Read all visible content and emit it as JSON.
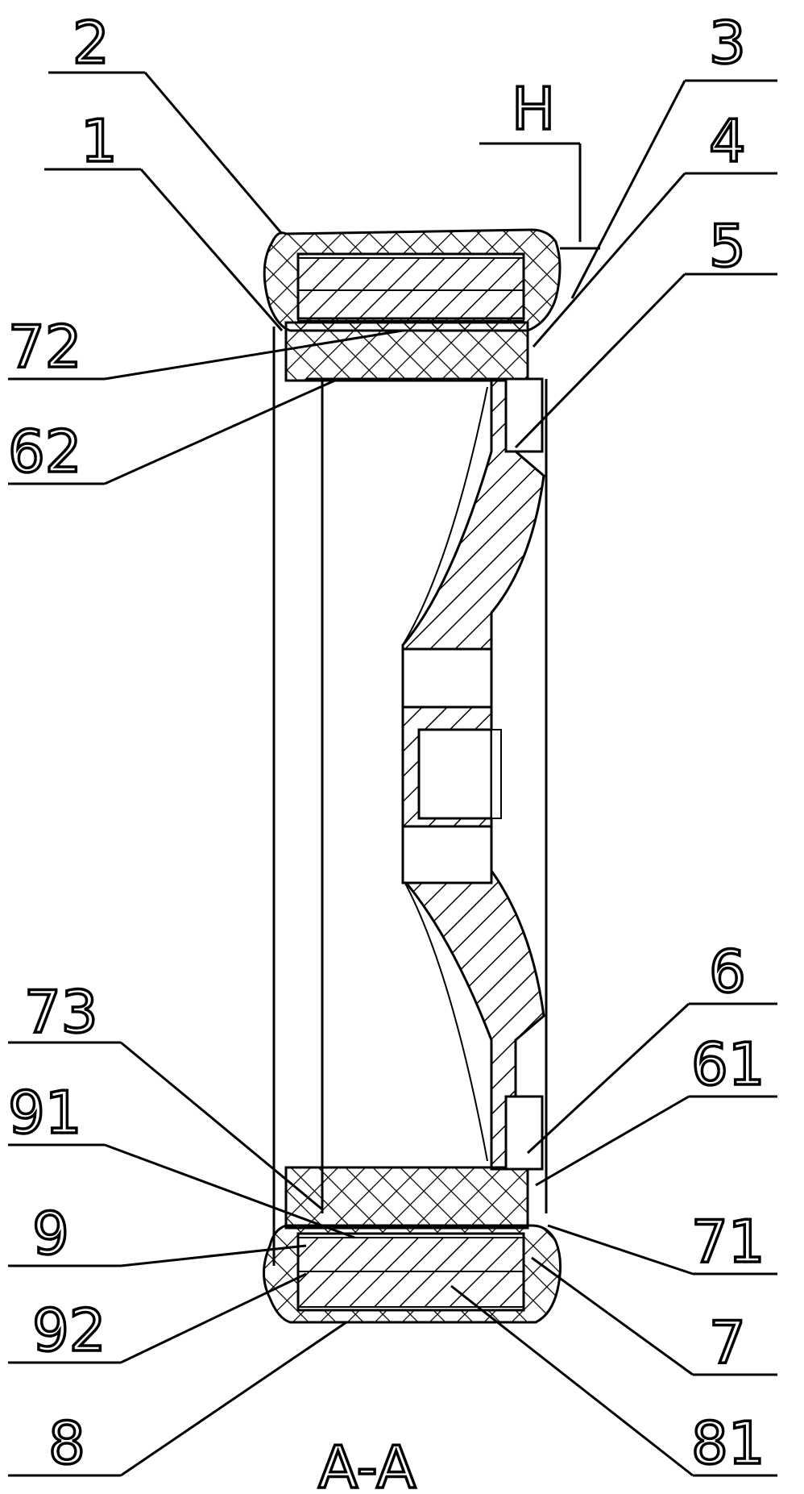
{
  "section_label": "A-A",
  "dimension_label": "H",
  "colors": {
    "line": "#000000",
    "background": "#ffffff"
  },
  "part_labels": [
    "2",
    "1",
    "72",
    "62",
    "3",
    "4",
    "5",
    "73",
    "91",
    "9",
    "92",
    "8",
    "6",
    "61",
    "71",
    "7",
    "81"
  ]
}
